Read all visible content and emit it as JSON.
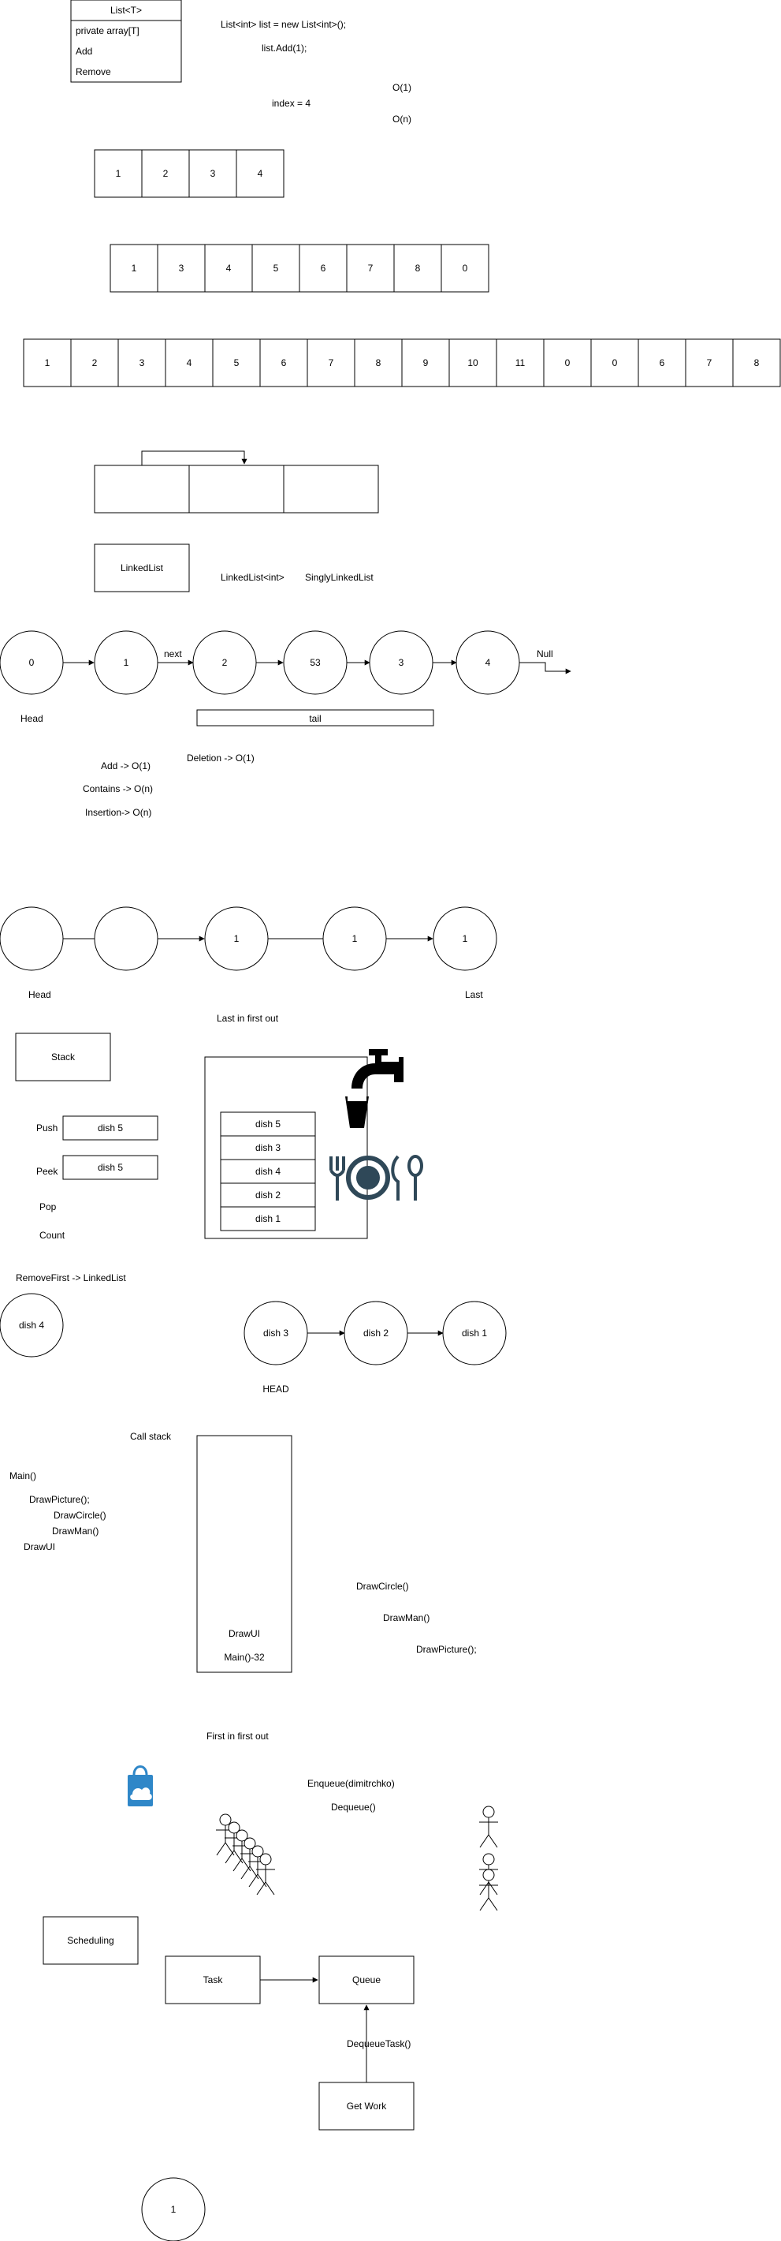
{
  "class_box": {
    "title": "List<T>",
    "members": [
      "private array[T]",
      "Add",
      "Remove"
    ]
  },
  "code_notes": {
    "declaration": "List<int> list = new List<int>();",
    "add_call": "list.Add(1);",
    "index_note": "index = 4",
    "complexity_constant": "O(1)",
    "complexity_linear": "O(n)"
  },
  "array_small": [
    "1",
    "2",
    "3",
    "4"
  ],
  "array_medium": [
    "1",
    "3",
    "4",
    "5",
    "6",
    "7",
    "8",
    "0"
  ],
  "array_large": [
    "1",
    "2",
    "3",
    "4",
    "5",
    "6",
    "7",
    "8",
    "9",
    "10",
    "11",
    "0",
    "0",
    "6",
    "7",
    "8"
  ],
  "linked_list": {
    "box_label": "LinkedList",
    "generic_label": "LinkedList<int>",
    "singly_label": "SinglyLinkedList",
    "nodes": [
      "0",
      "1",
      "2",
      "53",
      "3",
      "4"
    ],
    "next_label": "next",
    "null_label": "Null",
    "head_label": "Head",
    "tail_label": "tail",
    "complexities": [
      "Add -> O(1)",
      "Contains -> O(n)",
      "Insertion-> O(n)"
    ],
    "deletion": "Deletion -> O(1)"
  },
  "doubly_list": {
    "nodes": [
      "",
      "",
      "1",
      "1",
      "1"
    ],
    "head_label": "Head",
    "last_label": "Last"
  },
  "stack": {
    "box_label": "Stack",
    "lifo_label": "Last in first out",
    "dishes": [
      "dish 5",
      "dish 3",
      "dish 4",
      "dish 2",
      "dish 1"
    ],
    "operations": {
      "push": "Push",
      "push_value": "dish 5",
      "peek": "Peek",
      "peek_value": "dish 5",
      "pop": "Pop",
      "count": "Count"
    },
    "remove_first": "RemoveFirst -> LinkedList",
    "removed_node": "dish 4",
    "chain": [
      "dish 3",
      "dish 2",
      "dish 1"
    ],
    "head_label": "HEAD"
  },
  "call_stack": {
    "title": "Call stack",
    "code_lines": [
      "Main()",
      "DrawPicture();",
      "DrawCircle()",
      "DrawMan()",
      "DrawUI"
    ],
    "frames": [
      "DrawUI",
      "Main()-32"
    ],
    "popped": [
      "DrawCircle()",
      "DrawMan()",
      "DrawPicture();"
    ]
  },
  "queue": {
    "fifo_label": "First in first out",
    "enqueue": "Enqueue(dimitrchko)",
    "dequeue": "Dequeue()",
    "scheduling": "Scheduling",
    "task": "Task",
    "queue_box": "Queue",
    "dequeue_task": "DequeueTask()",
    "get_work": "Get Work",
    "bottom_node": "1"
  },
  "icons": [
    "water-tap-icon",
    "glass-icon",
    "plate-cutlery-icon",
    "shopping-bag-icon",
    "stick-figure-icon"
  ],
  "colors": {
    "plate": "#2f4858",
    "bag": "#2f87c8",
    "ink": "#000000"
  }
}
